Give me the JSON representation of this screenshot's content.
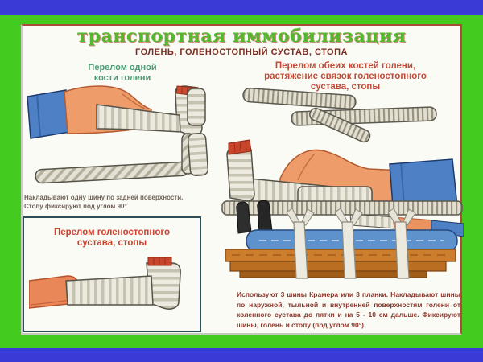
{
  "slide": {
    "title": "транспортная иммобилизация",
    "subtitle": "ГОЛЕНЬ, ГОЛЕНОСТОПНЫЙ СУСТАВ, СТОПА",
    "colors": {
      "background_blue": "#3a3ad6",
      "frame_green": "#43cc1f",
      "title_green": "#54b82e",
      "subtitle_maroon": "#7c2d21",
      "left_heading_green": "#4e9a72",
      "right_heading_red": "#c04b38",
      "box_heading_red": "#cc4030",
      "note_brown": "#6e6156",
      "note_dark_red": "#8e372c",
      "box_border": "#2c4e58"
    }
  },
  "left_section": {
    "heading": {
      "line1": "Перелом одной",
      "line2": "кости голени"
    },
    "note": {
      "line1": "Накладывают одну шину по задней поверхности.",
      "line2": "Стопу фиксируют под углом 90°"
    },
    "box": {
      "heading_line1": "Перелом голеностопного",
      "heading_line2": "сустава, стопы"
    },
    "illustrations": {
      "leg": "bandaged-leg-with-posterior-splint",
      "splint": "kramer-splint-strip",
      "ankle": "bandaged-ankle-and-foot"
    }
  },
  "right_section": {
    "heading": {
      "line1": "Перелом обеих костей голени,",
      "line2": "растяжение связок голеностопного",
      "line3": "сустава, стопы"
    },
    "note": "Используют 3 шины Крамера или 3 планки. Накладывают шины по наружной, тыльной и внутренней поверхностям голени от коленного сустава до пятки и на 5 - 10 см дальше. Фиксируют шины, голень и стопу (под углом 90°).",
    "illustrations": {
      "splints": "ladder-splints",
      "leg": "bandaged-leg-with-three-splints",
      "plank": "leg-tied-to-wooden-planks"
    }
  }
}
